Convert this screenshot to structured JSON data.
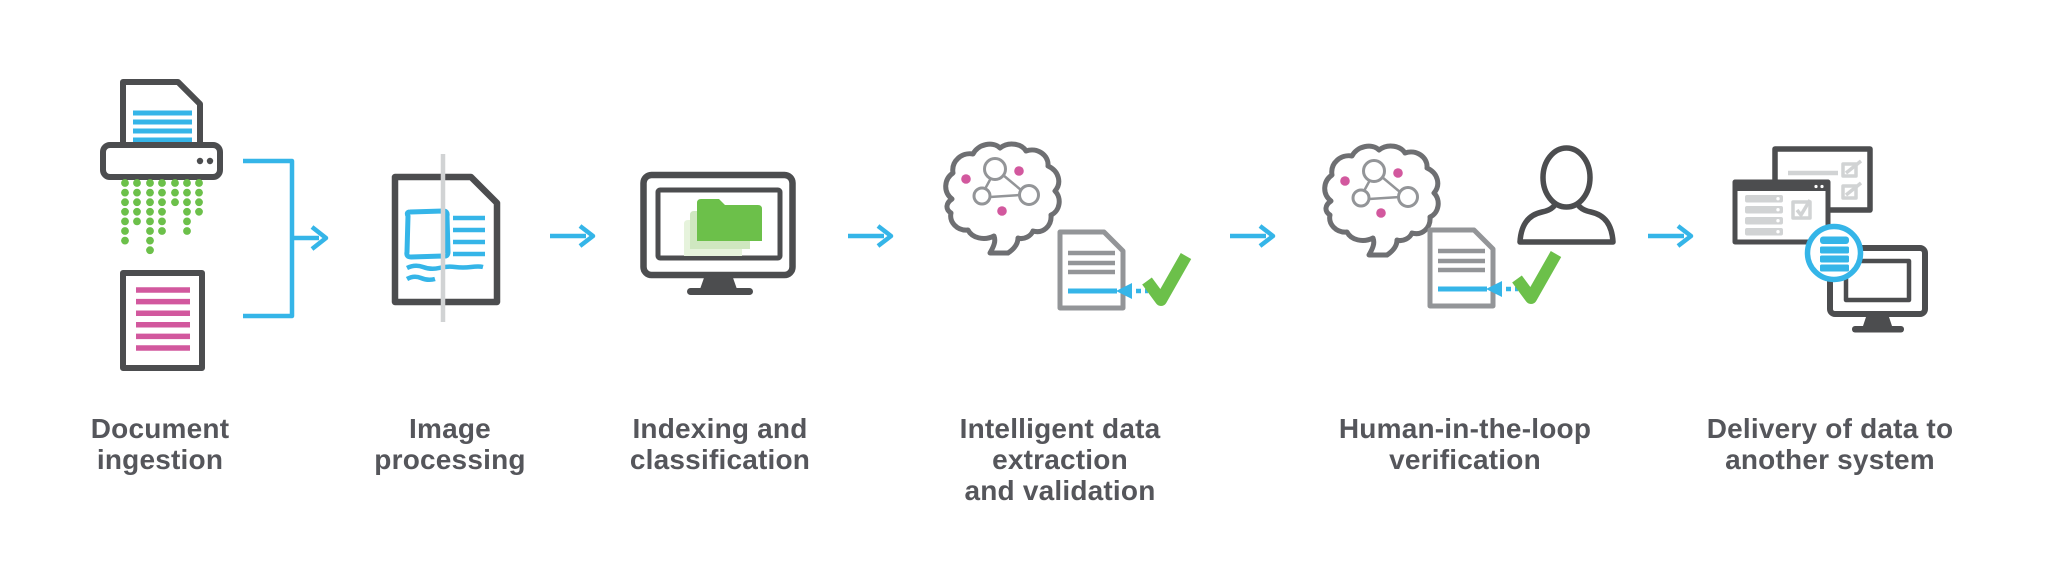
{
  "diagram": {
    "type": "process-flow",
    "background": "#ffffff",
    "colors": {
      "cyan": "#35b5e8",
      "green": "#6cc04a",
      "green-mid": "#cfe7c0",
      "green-pale": "#e6f3dc",
      "pink": "#d2589e",
      "dark": "#4c4d4f",
      "brain-gray": "#6e6f72",
      "doc-gray": "#939598",
      "light-gray": "#d1d3d4",
      "text": "#55565b",
      "white": "#ffffff"
    },
    "stages": [
      {
        "name": "document-ingestion",
        "label_lines": [
          "Document",
          "ingestion"
        ],
        "icons": [
          "document-icon",
          "scanner-icon",
          "shredded-dots-icon",
          "text-document-icon",
          "merge-bracket-icon",
          "flow-arrow-icon"
        ]
      },
      {
        "name": "image-processing",
        "label_lines": [
          "Image",
          "processing"
        ],
        "icons": [
          "scanned-document-icon",
          "scan-line-icon"
        ]
      },
      {
        "name": "indexing-and-classification",
        "label_lines": [
          "Indexing and",
          "classification"
        ],
        "icons": [
          "monitor-icon",
          "folder-stack-icon"
        ]
      },
      {
        "name": "intelligent-data-extraction-and-validation",
        "label_lines": [
          "Intelligent data",
          "extraction",
          "and validation"
        ],
        "icons": [
          "brain-network-icon",
          "document-icon",
          "extract-arrow-icon",
          "checkmark-icon"
        ]
      },
      {
        "name": "human-in-the-loop-verification",
        "label_lines": [
          "Human-in-the-loop",
          "verification"
        ],
        "icons": [
          "brain-network-icon",
          "document-icon",
          "person-icon",
          "extract-arrow-icon",
          "checkmark-icon"
        ]
      },
      {
        "name": "delivery-of-data",
        "label_lines": [
          "Delivery of data to",
          "another system"
        ],
        "icons": [
          "checklist-window-icon",
          "form-window-icon",
          "database-icon",
          "monitor-icon"
        ]
      }
    ],
    "flow_arrow_count": 5
  }
}
